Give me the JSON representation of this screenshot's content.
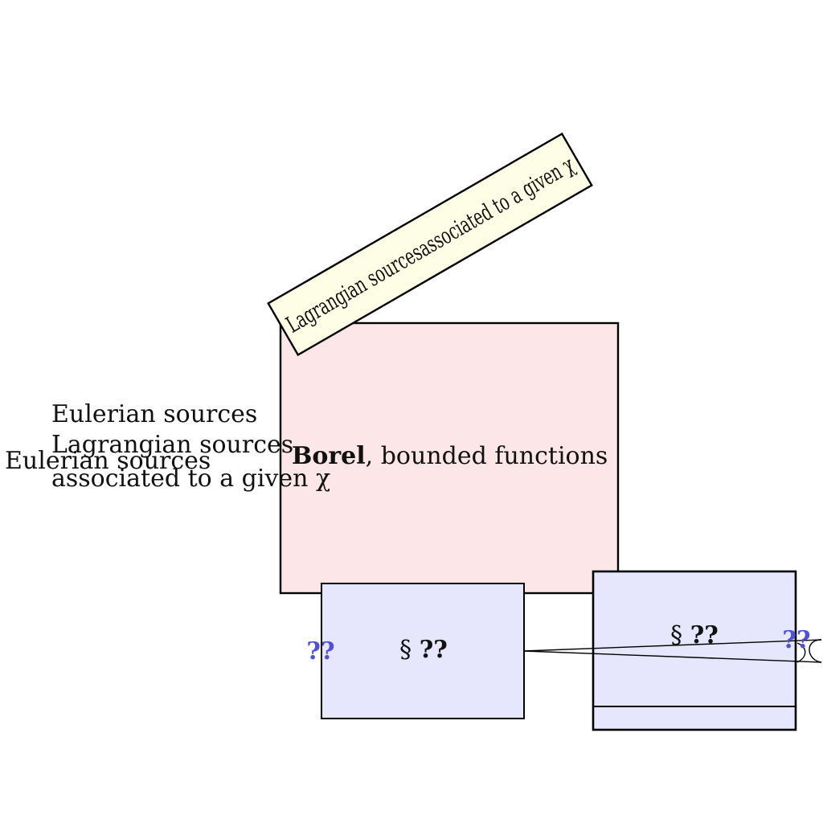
{
  "colors": {
    "pink_fill": "#fde6e7",
    "yellow_fill": "#fefee6",
    "blue_fill": "#e6e6fd",
    "ref_color": "#5050dd",
    "stroke": "#000000"
  },
  "borel_box": {
    "bold_word": "Borel",
    "rest": ", bounded functions"
  },
  "rotated_box": {
    "text": "Lagrangian sourcesassociated to a given χ"
  },
  "left_labels": {
    "line1": "Eulerian sources",
    "line2": "Lagrangian sources",
    "line3": "associated to a given χ",
    "overlap": "Eulerian sources"
  },
  "left_section_box": {
    "symbol": "§",
    "ref": "??",
    "side_ref": "??"
  },
  "right_section_box": {
    "symbol": "§",
    "ref": "??",
    "side_ref": "??"
  }
}
